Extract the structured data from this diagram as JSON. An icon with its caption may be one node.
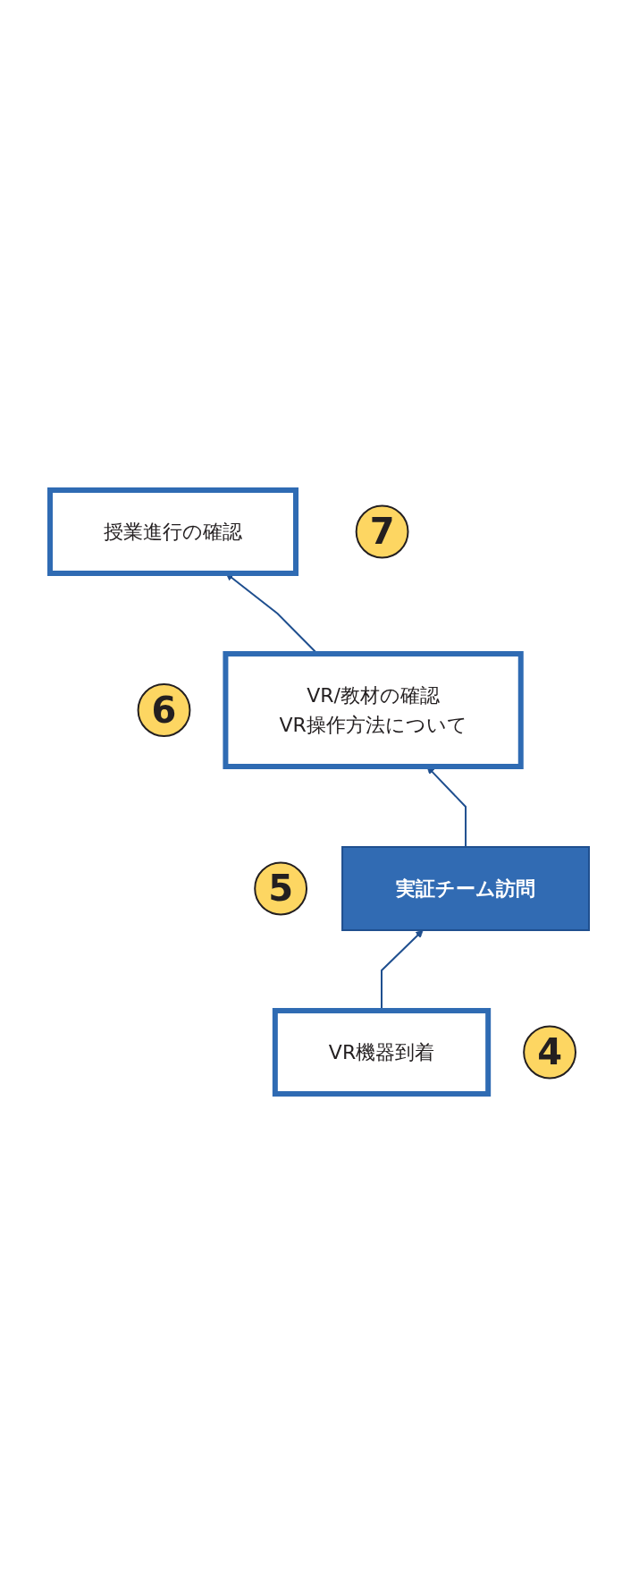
{
  "diagram": {
    "nodes": [
      {
        "text": [
          "4"
        ]
      },
      {
        "text": [
          "VR機器到着"
        ]
      },
      {
        "text": [
          "5"
        ]
      },
      {
        "text": [
          "実証チーム訪問"
        ]
      },
      {
        "text": [
          "6"
        ]
      },
      {
        "text": [
          "VR/教材の確認",
          "VR操作方法について"
        ]
      },
      {
        "text": [
          "7"
        ]
      },
      {
        "text": [
          "授業進行の確認"
        ]
      }
    ],
    "edges": [
      {
        "from": 1,
        "to": 3,
        "arrow": "to"
      },
      {
        "from": 3,
        "to": 5,
        "arrow": "to"
      },
      {
        "from": 5,
        "to": 7,
        "arrow": "to"
      }
    ]
  }
}
